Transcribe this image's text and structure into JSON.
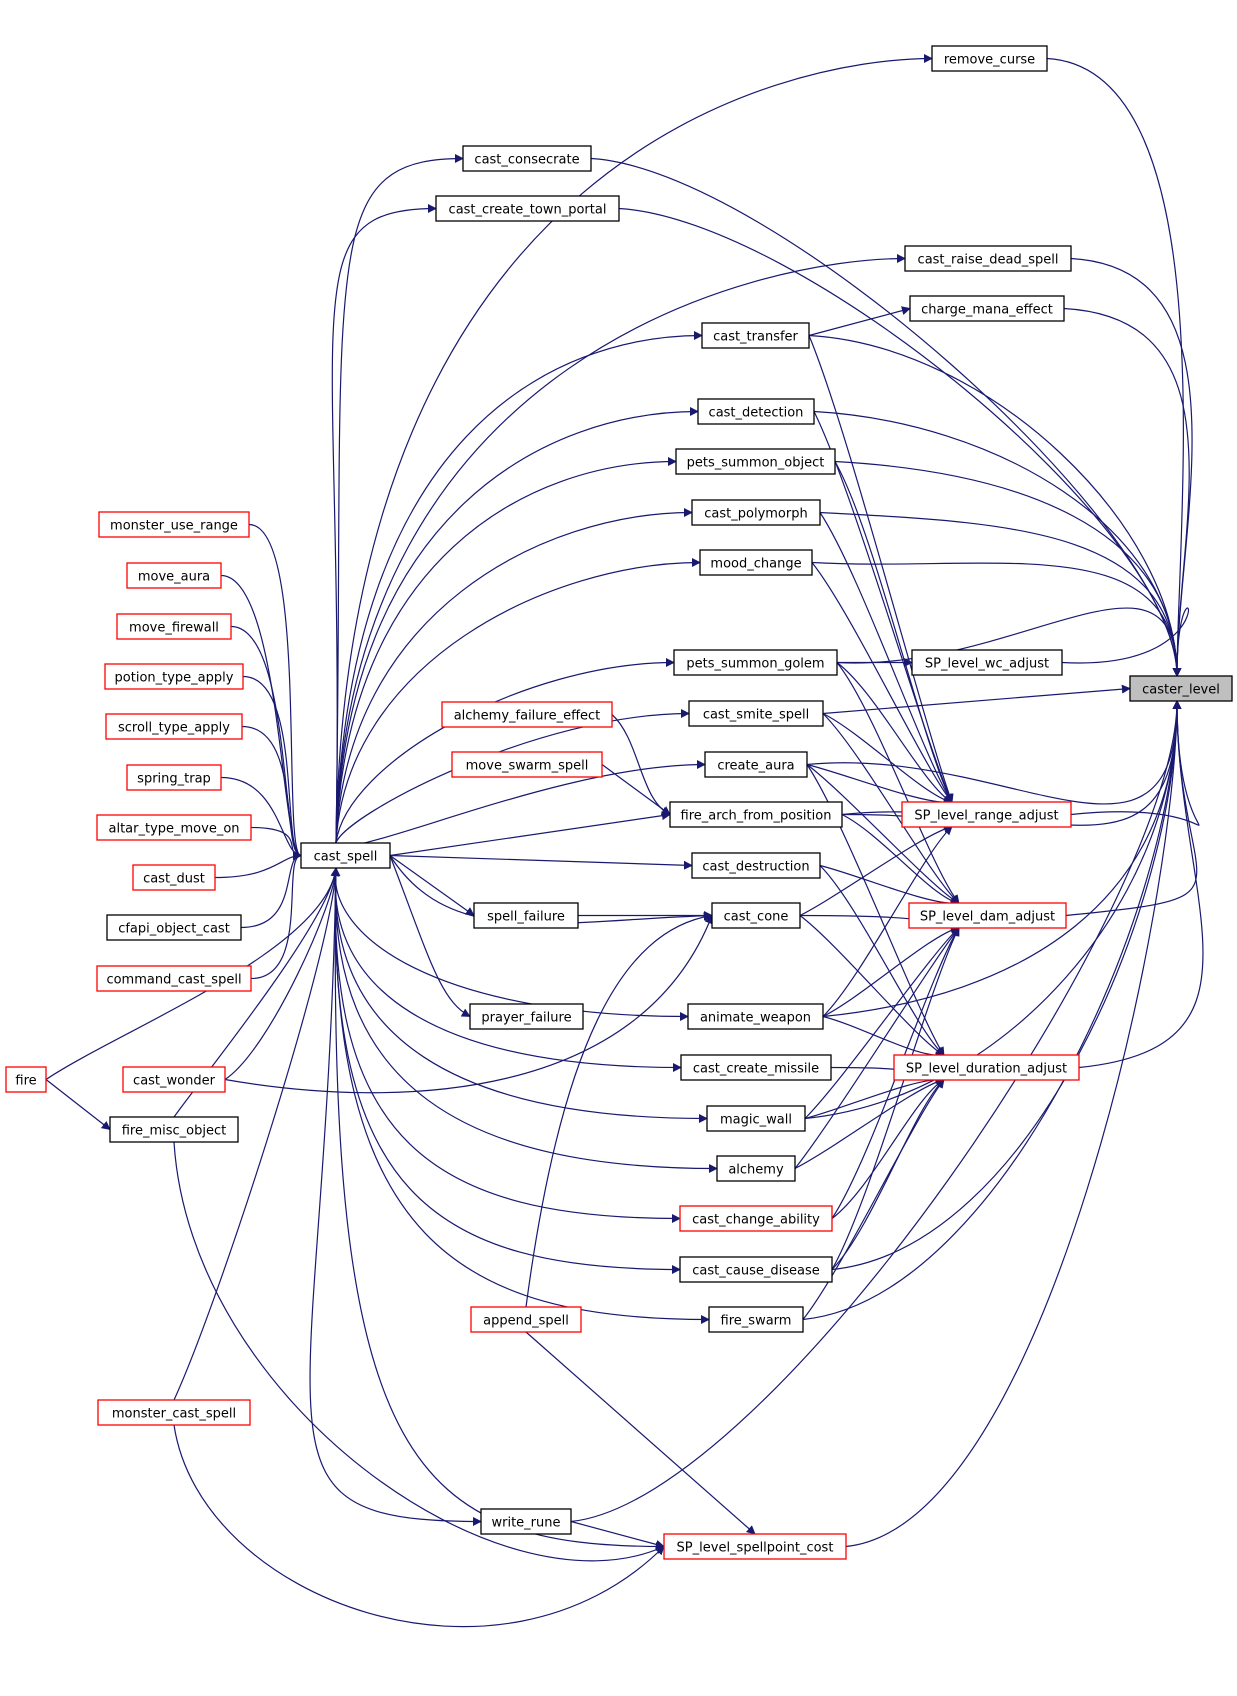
{
  "graph": {
    "nodes": [
      {
        "id": "remove_curse",
        "label": "remove_curse",
        "style": "black"
      },
      {
        "id": "cast_consecrate",
        "label": "cast_consecrate",
        "style": "black"
      },
      {
        "id": "cast_create_town_portal",
        "label": "cast_create_town_portal",
        "style": "black"
      },
      {
        "id": "cast_raise_dead_spell",
        "label": "cast_raise_dead_spell",
        "style": "black"
      },
      {
        "id": "charge_mana_effect",
        "label": "charge_mana_effect",
        "style": "black"
      },
      {
        "id": "cast_transfer",
        "label": "cast_transfer",
        "style": "black"
      },
      {
        "id": "cast_detection",
        "label": "cast_detection",
        "style": "black"
      },
      {
        "id": "pets_summon_object",
        "label": "pets_summon_object",
        "style": "black"
      },
      {
        "id": "cast_polymorph",
        "label": "cast_polymorph",
        "style": "black"
      },
      {
        "id": "mood_change",
        "label": "mood_change",
        "style": "black"
      },
      {
        "id": "pets_summon_golem",
        "label": "pets_summon_golem",
        "style": "black"
      },
      {
        "id": "SP_level_wc_adjust",
        "label": "SP_level_wc_adjust",
        "style": "black"
      },
      {
        "id": "caster_level",
        "label": "caster_level",
        "style": "focus"
      },
      {
        "id": "cast_smite_spell",
        "label": "cast_smite_spell",
        "style": "black"
      },
      {
        "id": "alchemy_failure_effect",
        "label": "alchemy_failure_effect",
        "style": "red"
      },
      {
        "id": "create_aura",
        "label": "create_aura",
        "style": "black"
      },
      {
        "id": "move_swarm_spell",
        "label": "move_swarm_spell",
        "style": "red"
      },
      {
        "id": "fire_arch_from_position",
        "label": "fire_arch_from_position",
        "style": "black"
      },
      {
        "id": "SP_level_range_adjust",
        "label": "SP_level_range_adjust",
        "style": "red"
      },
      {
        "id": "cast_spell",
        "label": "cast_spell",
        "style": "black"
      },
      {
        "id": "cast_destruction",
        "label": "cast_destruction",
        "style": "black"
      },
      {
        "id": "spell_failure",
        "label": "spell_failure",
        "style": "black"
      },
      {
        "id": "cast_cone",
        "label": "cast_cone",
        "style": "black"
      },
      {
        "id": "SP_level_dam_adjust",
        "label": "SP_level_dam_adjust",
        "style": "red"
      },
      {
        "id": "prayer_failure",
        "label": "prayer_failure",
        "style": "black"
      },
      {
        "id": "animate_weapon",
        "label": "animate_weapon",
        "style": "black"
      },
      {
        "id": "cast_create_missile",
        "label": "cast_create_missile",
        "style": "black"
      },
      {
        "id": "SP_level_duration_adjust",
        "label": "SP_level_duration_adjust",
        "style": "red"
      },
      {
        "id": "magic_wall",
        "label": "magic_wall",
        "style": "black"
      },
      {
        "id": "alchemy",
        "label": "alchemy",
        "style": "black"
      },
      {
        "id": "cast_change_ability",
        "label": "cast_change_ability",
        "style": "red"
      },
      {
        "id": "cast_cause_disease",
        "label": "cast_cause_disease",
        "style": "black"
      },
      {
        "id": "fire_swarm",
        "label": "fire_swarm",
        "style": "black"
      },
      {
        "id": "append_spell",
        "label": "append_spell",
        "style": "red"
      },
      {
        "id": "write_rune",
        "label": "write_rune",
        "style": "black"
      },
      {
        "id": "SP_level_spellpoint_cost",
        "label": "SP_level_spellpoint_cost",
        "style": "red"
      },
      {
        "id": "monster_use_range",
        "label": "monster_use_range",
        "style": "red"
      },
      {
        "id": "move_aura",
        "label": "move_aura",
        "style": "red"
      },
      {
        "id": "move_firewall",
        "label": "move_firewall",
        "style": "red"
      },
      {
        "id": "potion_type_apply",
        "label": "potion_type_apply",
        "style": "red"
      },
      {
        "id": "scroll_type_apply",
        "label": "scroll_type_apply",
        "style": "red"
      },
      {
        "id": "spring_trap",
        "label": "spring_trap",
        "style": "red"
      },
      {
        "id": "altar_type_move_on",
        "label": "altar_type_move_on",
        "style": "red"
      },
      {
        "id": "cast_dust",
        "label": "cast_dust",
        "style": "red"
      },
      {
        "id": "cfapi_object_cast",
        "label": "cfapi_object_cast",
        "style": "black"
      },
      {
        "id": "command_cast_spell",
        "label": "command_cast_spell",
        "style": "red"
      },
      {
        "id": "fire",
        "label": "fire",
        "style": "red"
      },
      {
        "id": "cast_wonder",
        "label": "cast_wonder",
        "style": "red"
      },
      {
        "id": "fire_misc_object",
        "label": "fire_misc_object",
        "style": "black"
      },
      {
        "id": "monster_cast_spell",
        "label": "monster_cast_spell",
        "style": "red"
      }
    ]
  }
}
